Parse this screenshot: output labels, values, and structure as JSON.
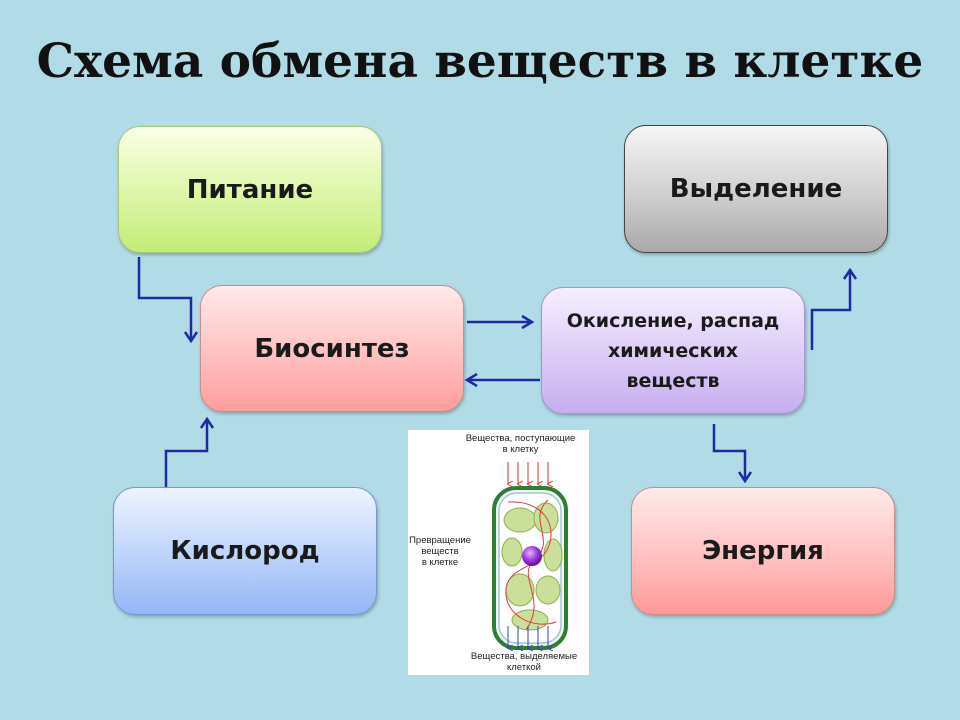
{
  "title": "Схема обмена веществ в клетке",
  "boxes": {
    "pitanie": "Питание",
    "vydelenie": "Выделение",
    "biosintez": "Биосинтез",
    "okislenie_line1": "Окисление, распад",
    "okislenie_line2": "химических",
    "okislenie_line3": "веществ",
    "kislorod": "Кислород",
    "energiya": "Энергия"
  },
  "cell_figure": {
    "top_caption_line1": "Вещества, поступающие",
    "top_caption_line2": "в клетку",
    "side_caption_line1": "Превращение",
    "side_caption_line2": "веществ",
    "side_caption_line3": "в клетке",
    "bottom_caption_line1": "Вещества, выделяемые",
    "bottom_caption_line2": "клеткой"
  },
  "colors": {
    "background": "#b1dce7",
    "arrow": "#1f2a9e"
  }
}
